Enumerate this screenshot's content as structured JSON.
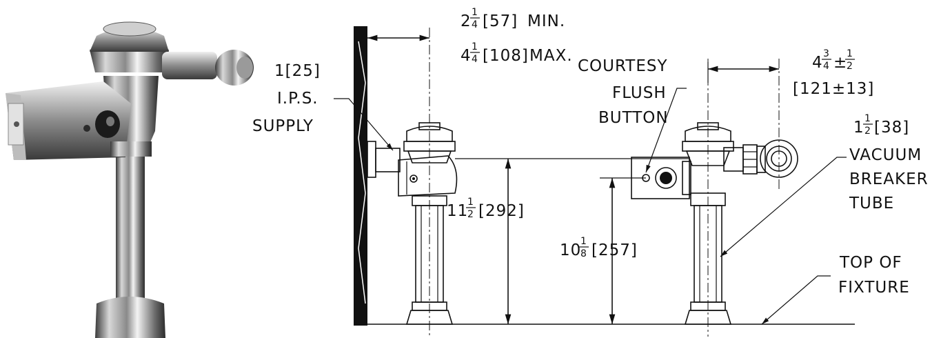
{
  "dimensions": {
    "wall_offset": {
      "whole_min": "2",
      "num_min": "1",
      "den_min": "4",
      "metric_min": "[57]",
      "suffix_min": "MIN.",
      "whole_max": "4",
      "num_max": "1",
      "den_max": "4",
      "metric_max": "[108]",
      "suffix_max": "MAX."
    },
    "supply": {
      "line1": "1[25]",
      "line2": "I.P.S.",
      "line3": "SUPPLY"
    },
    "courtesy": {
      "line1": "COURTESY",
      "line2": "FLUSH",
      "line3": "BUTTON"
    },
    "spud_offset": {
      "whole": "4",
      "num": "3",
      "den": "4",
      "tol": "±",
      "tol_num": "1",
      "tol_den": "2",
      "metric": "[121±13]"
    },
    "vacuum": {
      "whole": "1",
      "num": "1",
      "den": "2",
      "metric": "[38]",
      "line2": "VACUUM",
      "line3": "BREAKER",
      "line4": "TUBE"
    },
    "height_a": {
      "whole": "11",
      "num": "1",
      "den": "2",
      "metric": "[292]"
    },
    "height_b": {
      "whole": "10",
      "num": "1",
      "den": "8",
      "metric": "[257]"
    },
    "fixture": {
      "line1": "TOP OF",
      "line2": "FIXTURE"
    }
  }
}
